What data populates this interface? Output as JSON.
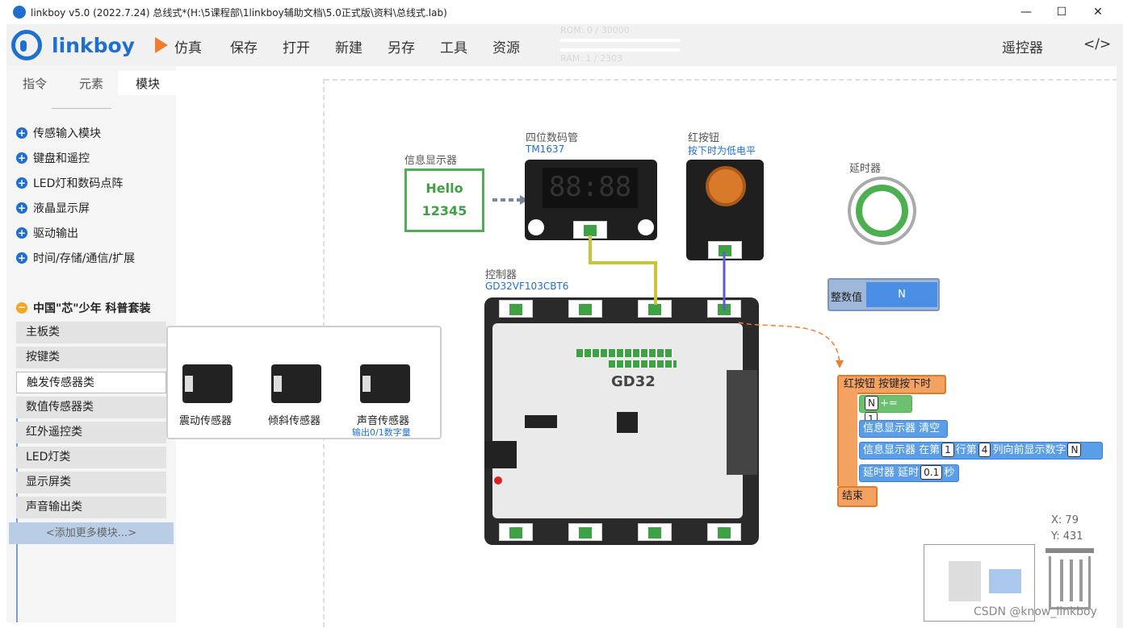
{
  "window": {
    "title": "linkboy v5.0 (2022.7.24) 总线式*(H:\\5课程部\\1linkboy辅助文档\\5.0正式版\\资料\\总线式.lab)",
    "minimize": "—",
    "maximize": "☐",
    "close": "✕"
  },
  "menubar": {
    "logo": "linkboy",
    "items": [
      "仿真",
      "保存",
      "打开",
      "新建",
      "另存",
      "工具",
      "资源"
    ],
    "rom": "ROM: 0 / 30000",
    "ram": "RAM: 1 / 2303",
    "remote": "遥控器",
    "code": "</>"
  },
  "sidebar": {
    "tabs": [
      "指令",
      "元素",
      "模块"
    ],
    "active_tab": "模块",
    "categories": [
      "传感输入模块",
      "键盘和遥控",
      "LED灯和数码点阵",
      "液晶显示屏",
      "驱动输出",
      "时间/存储/通信/扩展"
    ],
    "kit": "中国\"芯\"少年 科普套装",
    "subitems": [
      "主板类",
      "按键类",
      "触发传感器类",
      "数值传感器类",
      "红外遥控类",
      "LED灯类",
      "显示屏类",
      "声音输出类"
    ],
    "selected_sub": "触发传感器类",
    "add_more": "<添加更多模块...>"
  },
  "popup": {
    "items": [
      "震动传感器",
      "倾斜传感器",
      "声音传感器"
    ],
    "sound_desc": "输出0/1数字量"
  },
  "components": {
    "info": {
      "label": "信息显示器",
      "line1": "Hello",
      "line2": "12345"
    },
    "seg": {
      "label": "四位数码管",
      "sub": "TM1637",
      "display": "88:88"
    },
    "button": {
      "label": "红按钮",
      "sub": "按下时为低电平"
    },
    "delay": {
      "label": "延时器"
    },
    "intvar": {
      "label": "整数值",
      "value": "N"
    },
    "controller": {
      "label": "控制器",
      "sub": "GD32VF103CBT6",
      "chip": "GD32"
    }
  },
  "code": {
    "event": "红按钮  按键按下时",
    "incr_var": "N",
    "incr_op": "+=",
    "incr_val": "1",
    "clear": "信息显示器  清空",
    "show_pre": "信息显示器  在第",
    "show_row": "1",
    "show_mid": "行第",
    "show_col": "4",
    "show_post": "列向前显示数字",
    "show_var": "N",
    "delay_pre": "延时器  延时",
    "delay_val": "0.1",
    "delay_post": "秒",
    "end": "结束"
  },
  "status": {
    "x": "X: 79",
    "y": "Y: 431"
  },
  "watermark": "CSDN @know_linkboy"
}
